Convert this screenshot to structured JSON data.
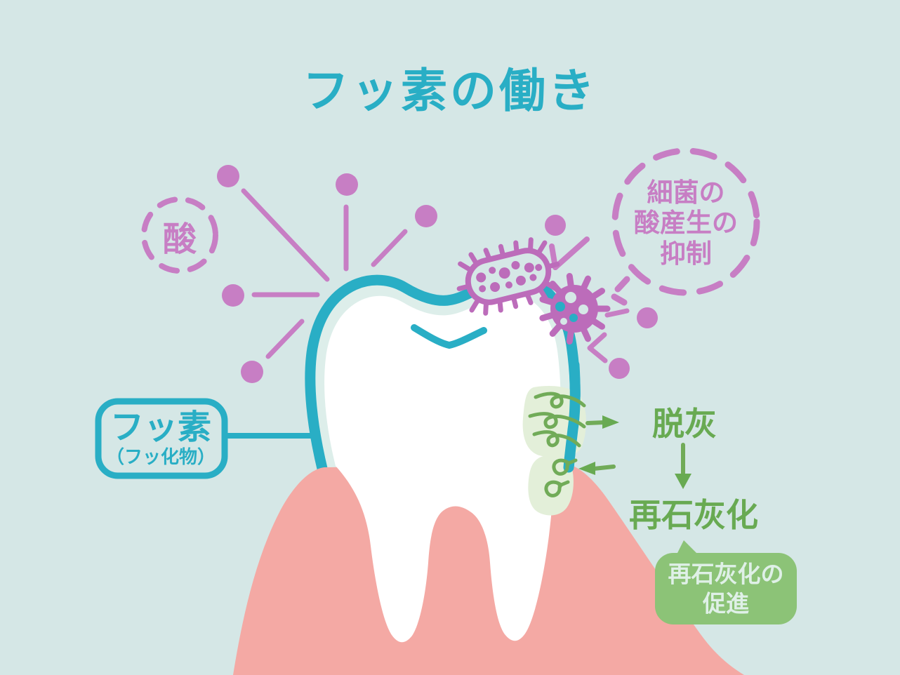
{
  "page": {
    "title": "フッ素の働き"
  },
  "labels": {
    "acid": "酸",
    "bacteria_bubble": {
      "line1": "細菌の",
      "line2": "酸産生の",
      "line3": "抑制"
    },
    "fluoride_box": {
      "main": "フッ素",
      "sub": "（フッ化物）"
    },
    "demineralization": "脱灰",
    "remineralization": "再石灰化",
    "promotion_box": {
      "line1": "再石灰化の",
      "line2": "促進"
    }
  },
  "colors": {
    "background": "#d5e7e6",
    "teal": "#29aec5",
    "purple": "#c77ec4",
    "bacteria_purple": "#bc6cba",
    "green": "#68aa52",
    "green_box": "#8cc377",
    "green_blob": "#e3efd9",
    "gum_pink": "#f4a9a4",
    "tooth_white": "#ffffff",
    "halo": "#ddeeea",
    "promo_text": "#dff0e7",
    "squiggle": "#71ab58"
  },
  "icons": {
    "tooth-icon": "white molar with teal outline",
    "gum-icon": "pink gum mound",
    "rod-bacterium-icon": "outlined capsule microbe with spikes and dots",
    "round-bacterium-icon": "filled round microbe with spikes and holes",
    "acid-burst-icon": "purple dots with rays deflected off tooth",
    "acid-dashed-circle-icon": "dashed circle around acid label",
    "bubble-dashed-circle-icon": "dashed speech bubble circle",
    "demineralization-arrow-icon": "green arrow pointing away from tooth",
    "remineralization-arrow-icon": "green arrow pointing into tooth",
    "down-arrow-icon": "green downward arrow",
    "promotion-bubble-icon": "green rounded speech box with top tail"
  }
}
